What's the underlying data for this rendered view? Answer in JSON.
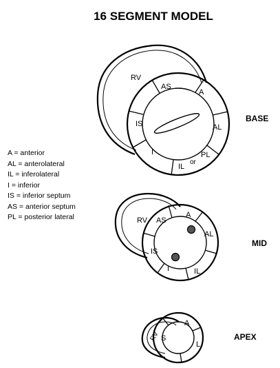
{
  "title": "16 SEGMENT MODEL",
  "levels": {
    "base": "BASE",
    "mid": "MID",
    "apex": "APEX"
  },
  "base": {
    "rv": "RV",
    "as": "AS",
    "a": "A",
    "al": "AL",
    "pl": "PL",
    "or": "or",
    "il": "IL",
    "i": "I",
    "is": "IS"
  },
  "mid": {
    "rv": "RV",
    "as": "AS",
    "a": "A",
    "al": "AL",
    "il": "IL",
    "i": "I",
    "is": "IS"
  },
  "apex": {
    "rv": "RV",
    "s": "S",
    "a": "A",
    "l": "L"
  },
  "legend": [
    "A = anterior",
    "AL = anterolateral",
    "IL = inferolateral",
    "I = inferior",
    "IS = inferior septum",
    "AS = anterior septum",
    "PL = posterior lateral"
  ]
}
